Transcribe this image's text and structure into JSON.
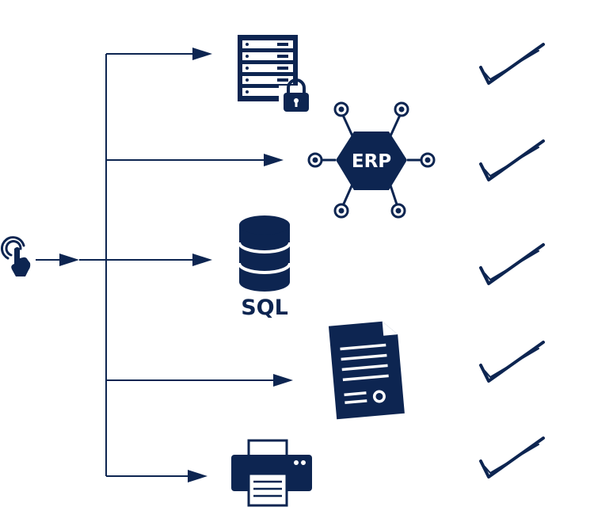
{
  "diagram": {
    "colors": {
      "primary": "#0d2551",
      "background": "#ffffff"
    },
    "source": {
      "icon": "touch-tap-icon"
    },
    "targets": [
      {
        "name": "secure-server",
        "icon": "server-lock-icon",
        "label": "",
        "status": "check-icon"
      },
      {
        "name": "erp",
        "icon": "erp-network-icon",
        "label": "ERP",
        "status": "check-icon"
      },
      {
        "name": "sql-database",
        "icon": "database-icon",
        "label": "SQL",
        "status": "check-icon"
      },
      {
        "name": "document",
        "icon": "document-icon",
        "label": "",
        "status": "check-icon"
      },
      {
        "name": "printer",
        "icon": "printer-icon",
        "label": "",
        "status": "check-icon"
      }
    ]
  }
}
